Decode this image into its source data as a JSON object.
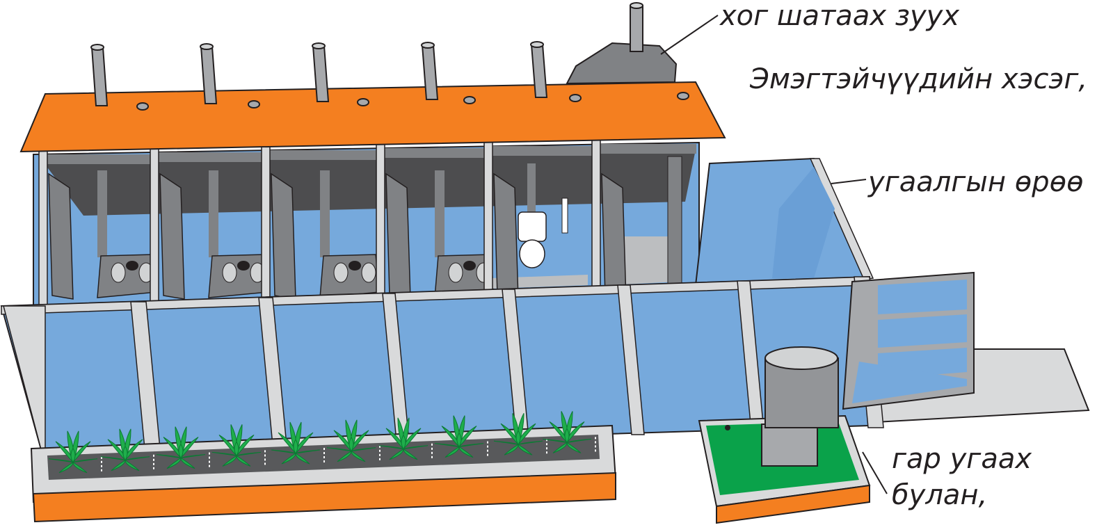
{
  "labels": {
    "incinerator": "хог шатаах зуух",
    "women_section": "Эмэгтэйчүүдийн хэсэг,",
    "washroom": "угаалгын өрөө",
    "handwash_line1": "гар угаах",
    "handwash_line2": "булан,"
  },
  "colors": {
    "roof": "#f47f20",
    "wall": "#76a9dc",
    "frame": "#d9dadb",
    "dark": "#58595b",
    "plant": "#1fae4b",
    "base_green": "#0aa24a"
  }
}
